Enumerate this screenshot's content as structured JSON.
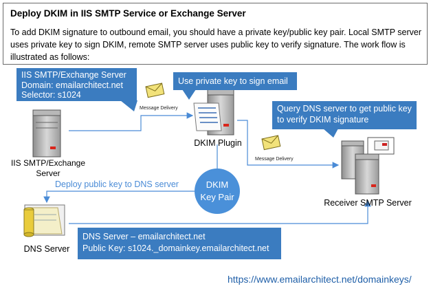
{
  "header": {
    "title": "Deploy DKIM in IIS SMTP Service or Exchange Server",
    "description": "To add DKIM signature to outbound email, you should have a private key/public key pair. Local SMTP server uses private key to sign DKIM, remote SMTP server uses public key to verify signature. The work flow is illustrated as follows:"
  },
  "callouts": {
    "iis_line1": "IIS SMTP/Exchange Server",
    "iis_line2": "Domain: emailarchitect.net",
    "iis_line3": "Selector: s1024",
    "private_key": "Use private key to sign email",
    "query_dns": "Query DNS server to get public key to verify DKIM signature",
    "dns_line1": "DNS Server – emailarchitect.net",
    "dns_line2": "Public Key: s1024._domainkey.emailarchitect.net"
  },
  "nodes": {
    "iis_server": "IIS SMTP/Exchange Server",
    "dkim_plugin": "DKIM Plugin",
    "receiver": "Receiver SMTP Server",
    "dns_server": "DNS Server",
    "key_pair_line1": "DKIM",
    "key_pair_line2": "Key Pair"
  },
  "edge_labels": {
    "delivery1": "Message Delivery",
    "delivery2": "Message Delivery",
    "deploy": "Deploy public key to DNS server"
  },
  "footer": {
    "url": "https://www.emailarchitect.net/domainkeys/"
  },
  "colors": {
    "callout": "#3b7cc0",
    "ellipse": "#4a90d9",
    "arrow": "#4a8bd6"
  }
}
